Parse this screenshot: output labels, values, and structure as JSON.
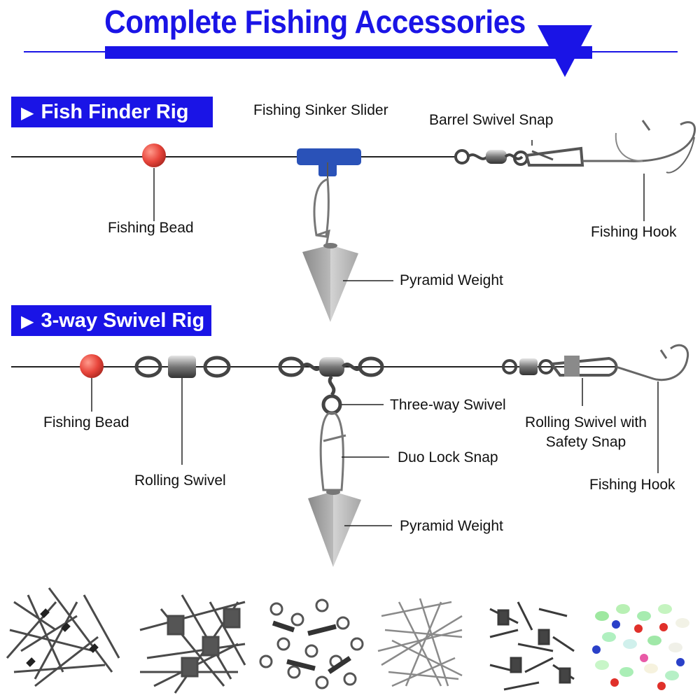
{
  "title": "Complete Fishing Accessories",
  "rigs": [
    {
      "name": "Fish Finder Rig",
      "labels": {
        "sinker_slider": "Fishing Sinker Slider",
        "barrel_swivel_snap": "Barrel Swivel Snap",
        "bead": "Fishing Bead",
        "hook": "Fishing Hook",
        "weight": "Pyramid Weight"
      }
    },
    {
      "name": "3-way Swivel Rig",
      "labels": {
        "bead": "Fishing Bead",
        "rolling_swivel": "Rolling Swivel",
        "three_way_swivel": "Three-way Swivel",
        "duo_lock_snap": "Duo Lock Snap",
        "weight": "Pyramid Weight",
        "rolling_swivel_safety_line1": "Rolling Swivel with",
        "rolling_swivel_safety_line2": "Safety Snap",
        "hook": "Fishing Hook"
      }
    }
  ],
  "colors": {
    "brand_blue": "#1a14e6",
    "bead_red": "#e8463c",
    "slider_blue": "#2a52b8",
    "lead_gray": "#9a9a9a"
  },
  "product_images": [
    "barrel-swivel-snaps-pile",
    "rolling-swivel-snaps-pile",
    "three-way-swivels-pile",
    "duo-lock-snaps-pile",
    "rolling-swivels-pile",
    "glow-beads-pile"
  ]
}
